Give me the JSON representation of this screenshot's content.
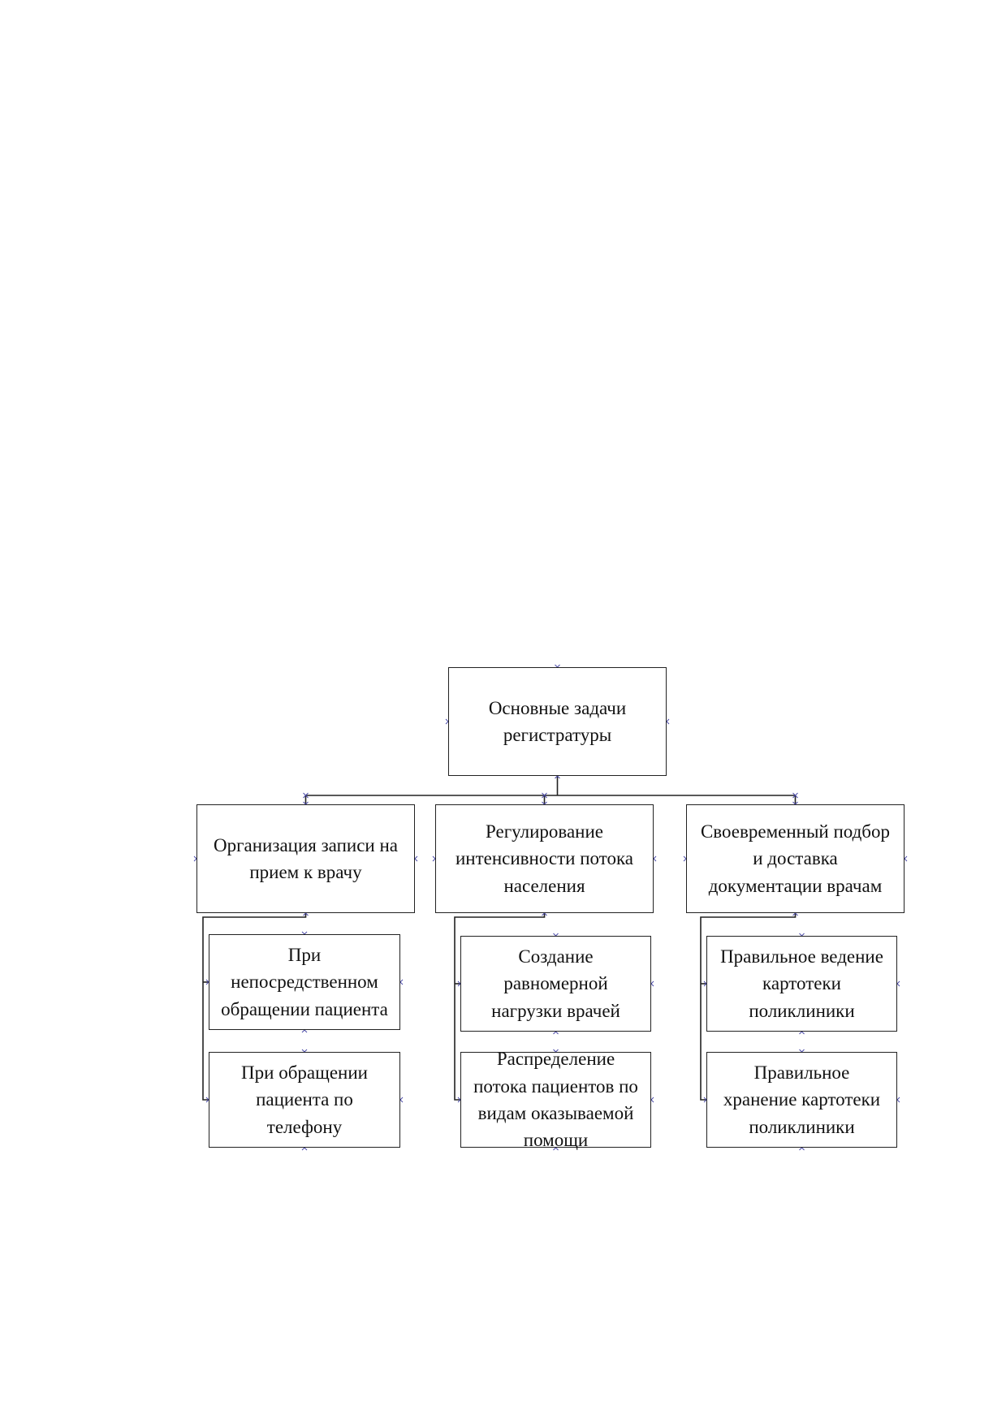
{
  "diagram": {
    "root": {
      "label": "Основные задачи\nрегистратуры"
    },
    "branches": [
      {
        "label": "Организация записи на\nприем к врачу",
        "children": [
          {
            "label": "При\nнепосредственном\nобращении пациента"
          },
          {
            "label": "При обращении\nпациента по\nтелефону"
          }
        ]
      },
      {
        "label": "Регулирование\nинтенсивности потока\nнаселения",
        "children": [
          {
            "label": "Создание\nравномерной\nнагрузки врачей"
          },
          {
            "label": "Распределение\nпотока пациентов по\nвидам оказываемой\nпомощи"
          }
        ]
      },
      {
        "label": "Своевременный подбор\nи доставка\nдокументации врачам",
        "children": [
          {
            "label": "Правильное ведение\nкартотеки\nполиклиники"
          },
          {
            "label": "Правильное\nхранение картотеки\nполиклиники"
          }
        ]
      }
    ],
    "colors": {
      "line": "#222222",
      "handle": "#4a4aa8"
    }
  }
}
